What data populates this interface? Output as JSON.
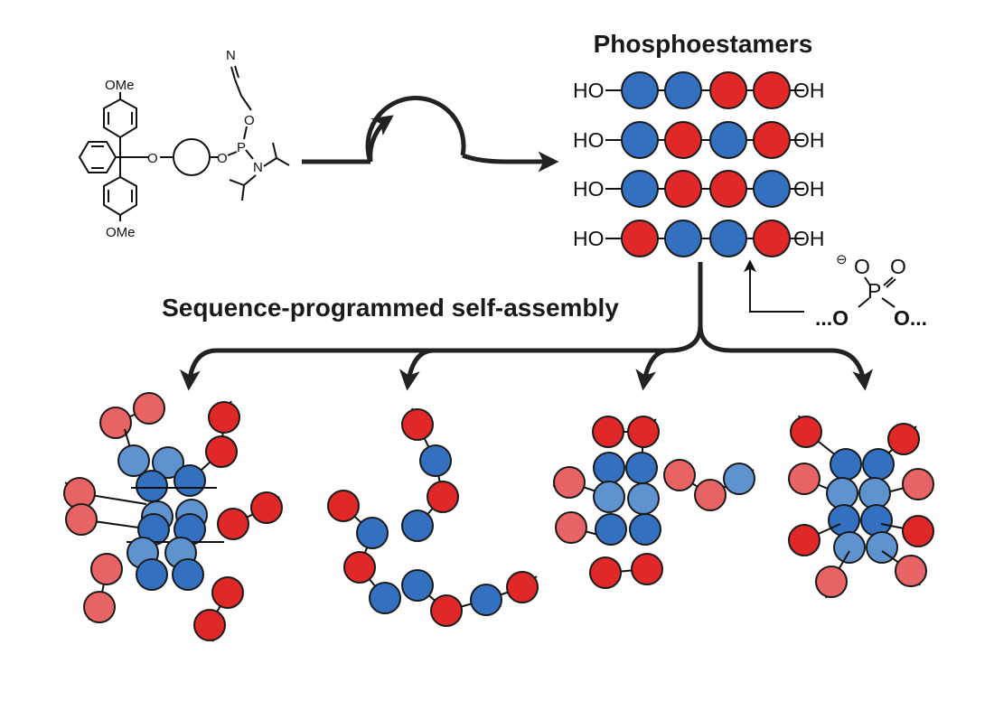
{
  "title": "Phosphoestamers",
  "subtitle": "Sequence-programmed self-assembly",
  "chain_ends": {
    "left": "HO",
    "right": "OH"
  },
  "sequences": [
    [
      "B",
      "B",
      "R",
      "R"
    ],
    [
      "B",
      "R",
      "B",
      "R"
    ],
    [
      "B",
      "R",
      "R",
      "B"
    ],
    [
      "R",
      "B",
      "B",
      "R"
    ]
  ],
  "colors": {
    "blue": "#3470c0",
    "red": "#e02828",
    "blue_light": "#5f93cf",
    "red_light": "#e86464",
    "outline": "#1a1a1a"
  },
  "monomer_atoms": {
    "ome_top": "OMe",
    "ome_bottom": "OMe",
    "o_trityl": "O",
    "o_link": "O",
    "p": "P",
    "n_amine": "N",
    "o_cyano": "O",
    "n_nitrile": "N"
  },
  "phosphate_atoms": {
    "charge": "⊖",
    "o_top_left": "O",
    "o_top_right": "O",
    "p": "P",
    "o_left": "...O",
    "o_right": "O..."
  }
}
